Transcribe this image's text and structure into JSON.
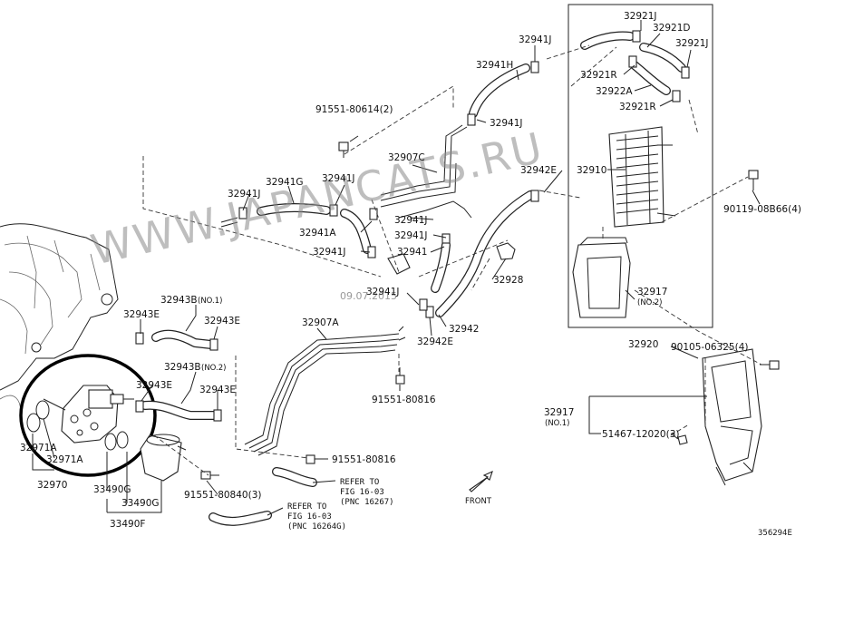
{
  "callouts": {
    "c32921J_a": "32921J",
    "c32921D": "32921D",
    "c32921J_b": "32921J",
    "c32921R_a": "32921R",
    "c32922A": "32922A",
    "c32921R_b": "32921R",
    "c32941J_1": "32941J",
    "c32941H": "32941H",
    "c32941J_2": "32941J",
    "c91551_80614": "91551-80614(2)",
    "c32907C": "32907C",
    "c32942E_1": "32942E",
    "c32910": "32910",
    "c90119": "90119-08B66(4)",
    "c32941G": "32941G",
    "c32941J_3": "32941J",
    "c32941J_4": "32941J",
    "c32941A": "32941A",
    "c32941J_5": "32941J",
    "c32941J_6": "32941J",
    "c32941J_7": "32941J",
    "c32941": "32941",
    "c32928": "32928",
    "c32917_no2": "32917",
    "c32917_no2_sub": "(NO.2)",
    "c32943B_no1": "32943B",
    "c32943B_no1_sub": "(NO.1)",
    "c32943E_1": "32943E",
    "c32943E_2": "32943E",
    "c32907A": "32907A",
    "c32941J_8": "32941J",
    "c32942": "32942",
    "c32942E_2": "32942E",
    "c32920": "32920",
    "c90105": "90105-06325(4)",
    "c32943B_no2": "32943B",
    "c32943B_no2_sub": "(NO.2)",
    "c32943E_3": "32943E",
    "c32943E_4": "32943E",
    "c91551_80816_a": "91551-80816",
    "c32917_no1": "32917",
    "c32917_no1_sub": "(NO.1)",
    "c51467": "51467-12020(3)",
    "c32971A_1": "32971A",
    "c32971A_2": "32971A",
    "c91551_80816_b": "91551-80816",
    "c32970": "32970",
    "c33490G_1": "33490G",
    "c33490G_2": "33490G",
    "c33490F": "33490F",
    "c91551_80840": "91551-80840(3)"
  },
  "refer1": {
    "line1": "REFER TO",
    "line2": "FIG 16-03",
    "line3": "(PNC 16267)"
  },
  "refer2": {
    "line1": "REFER TO",
    "line2": "FIG 16-03",
    "line3": "(PNC 16264G)"
  },
  "front_label": "FRONT",
  "figure_code": "356294E",
  "watermark": "WWW.JAPANCATS.RU",
  "watermark_date": "09.07.2015",
  "colors": {
    "ink": "#222222",
    "watermark": "#8a8a8a",
    "background": "#ffffff"
  }
}
